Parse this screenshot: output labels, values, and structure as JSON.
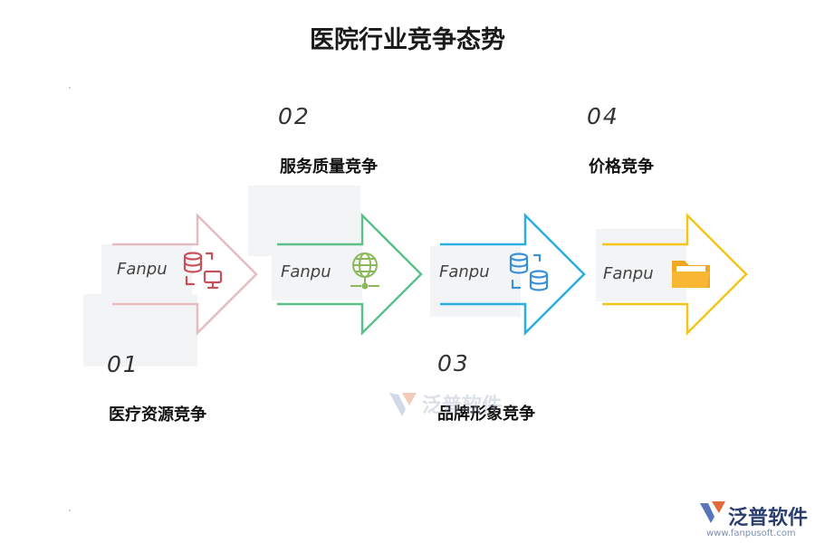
{
  "title": "医院行业竞争态势",
  "steps": [
    {
      "num": "01",
      "label": "医疗资源竞争",
      "tag": "Fanpu",
      "icon": "database-monitor-icon",
      "color": "#e2b8bc"
    },
    {
      "num": "02",
      "label": "服务质量竞争",
      "tag": "Fanpu",
      "icon": "globe-network-icon",
      "color": "#5dc08a"
    },
    {
      "num": "03",
      "label": "品牌形象竞争",
      "tag": "Fanpu",
      "icon": "database-sync-icon",
      "color": "#2aaee0"
    },
    {
      "num": "04",
      "label": "价格竞争",
      "tag": "Fanpu",
      "icon": "folder-icon",
      "color": "#f5c518"
    }
  ],
  "watermark": {
    "text": "泛普软件"
  },
  "brand": {
    "name": "泛普软件",
    "url": "www.fanpusoft.com"
  }
}
